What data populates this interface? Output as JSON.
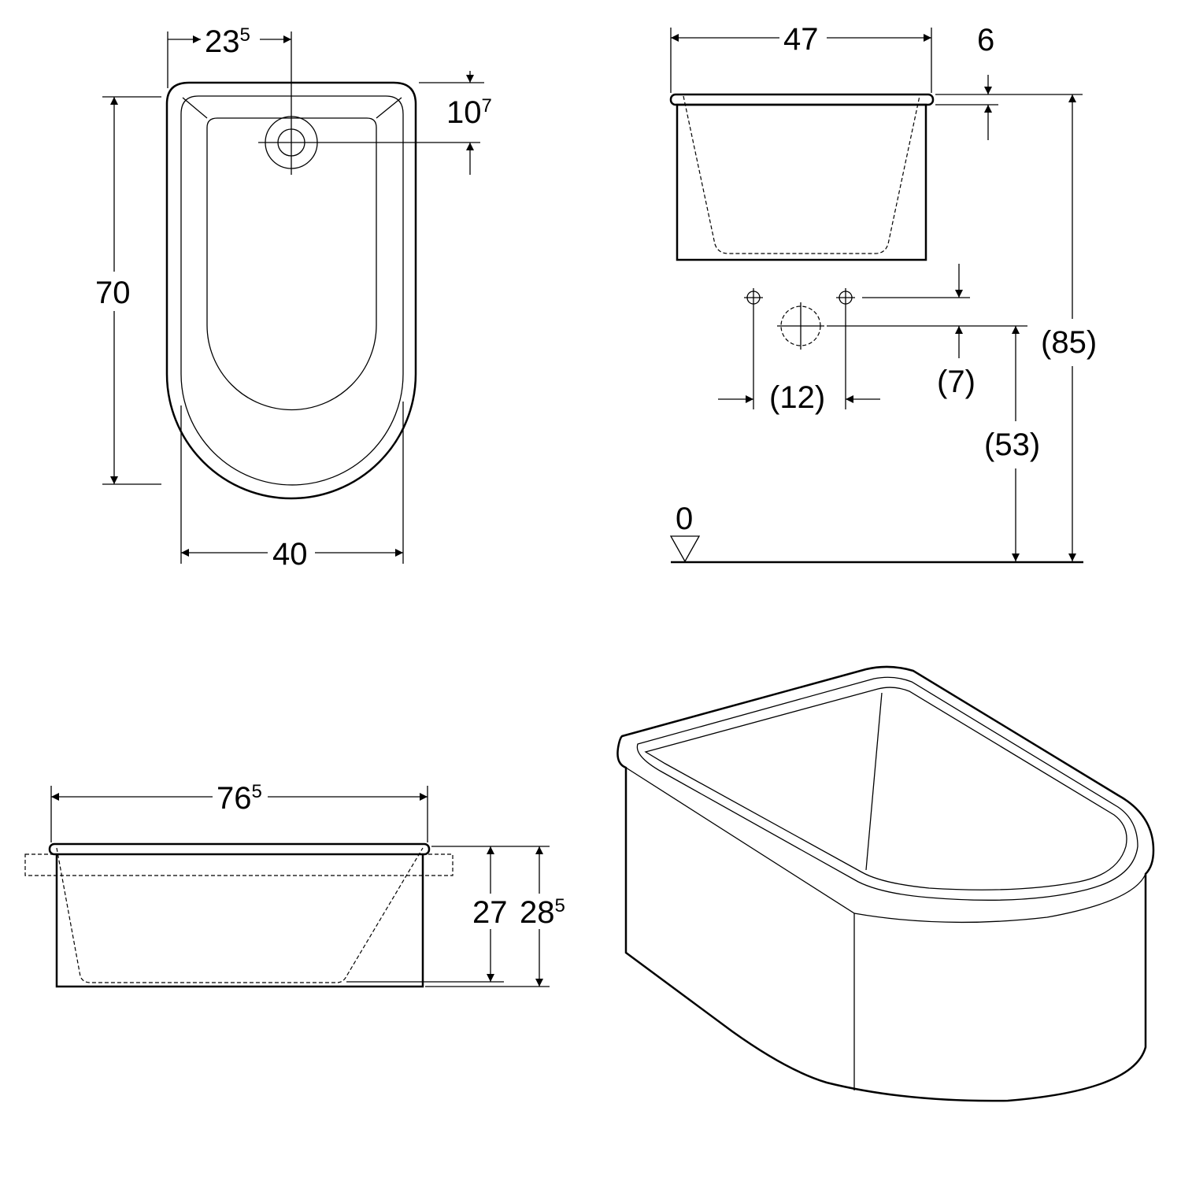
{
  "plan_view": {
    "width_to_drain": {
      "main": "23",
      "sup": "5"
    },
    "drain_offset": {
      "main": "10",
      "sup": "7"
    },
    "depth": "70",
    "width": "40"
  },
  "front_view": {
    "width": "47",
    "rim": "6",
    "total_height": "(85)",
    "outlet_offset": "(7)",
    "outlet_spacing": "(12)",
    "outlet_height": "(53)",
    "floor_level": "0"
  },
  "side_view": {
    "length": {
      "main": "76",
      "sup": "5"
    },
    "inner_height": "27",
    "outer_height": {
      "main": "28",
      "sup": "5"
    }
  }
}
